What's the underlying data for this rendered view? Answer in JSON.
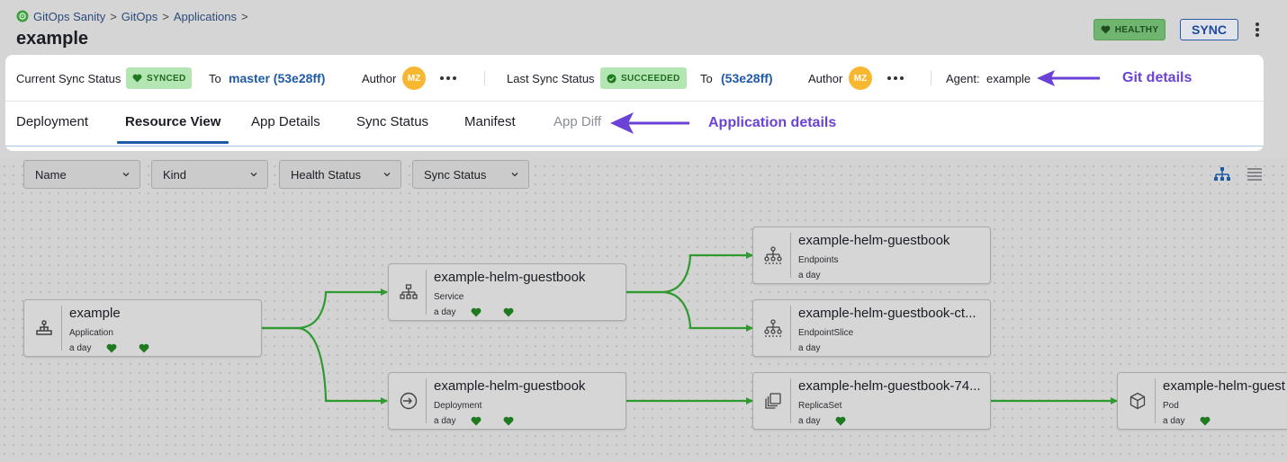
{
  "breadcrumb": {
    "items": [
      "GitOps Sanity",
      "GitOps",
      "Applications"
    ],
    "separator": ">"
  },
  "page": {
    "title": "example"
  },
  "header": {
    "health_badge": "HEALTHY",
    "sync_button": "SYNC"
  },
  "git_details": {
    "current_sync_label": "Current Sync Status",
    "current_sync_status": "SYNCED",
    "current_to_label": "To",
    "current_commit": "master (53e28ff)",
    "current_author_label": "Author",
    "current_author_initials": "MZ",
    "last_sync_label": "Last Sync Status",
    "last_sync_status": "SUCCEEDED",
    "last_to_label": "To",
    "last_commit": "(53e28ff)",
    "last_author_label": "Author",
    "last_author_initials": "MZ",
    "agent_label": "Agent:",
    "agent_value": "example"
  },
  "tabs": [
    "Deployment",
    "Resource View",
    "App Details",
    "Sync Status",
    "Manifest",
    "App Diff"
  ],
  "active_tab": "Resource View",
  "annotations": {
    "git_details": "Git details",
    "application_details": "Application details"
  },
  "filters": [
    "Name",
    "Kind",
    "Health Status",
    "Sync Status"
  ],
  "nodes": [
    {
      "title": "example",
      "kind": "Application",
      "age": "a day",
      "health": true,
      "sync": true,
      "icon": "application-icon"
    },
    {
      "title": "example-helm-guestbook",
      "kind": "Service",
      "age": "a day",
      "health": true,
      "sync": true,
      "icon": "service-icon"
    },
    {
      "title": "example-helm-guestbook",
      "kind": "Deployment",
      "age": "a day",
      "health": true,
      "sync": true,
      "icon": "deployment-icon"
    },
    {
      "title": "example-helm-guestbook",
      "kind": "Endpoints",
      "age": "a day",
      "health": false,
      "sync": false,
      "icon": "endpoints-icon"
    },
    {
      "title": "example-helm-guestbook-ct...",
      "kind": "EndpointSlice",
      "age": "a day",
      "health": false,
      "sync": false,
      "icon": "endpointslice-icon"
    },
    {
      "title": "example-helm-guestbook-74...",
      "kind": "ReplicaSet",
      "age": "a day",
      "health": true,
      "sync": false,
      "icon": "replicaset-icon"
    },
    {
      "title": "example-helm-guest",
      "kind": "Pod",
      "age": "a day",
      "health": true,
      "sync": false,
      "icon": "pod-icon"
    }
  ],
  "colors": {
    "accent": "#1f5aa8",
    "healthy": "#1e8a1e",
    "edge": "#2f9a2f",
    "annotation": "#6a43d6",
    "avatar": "#f7b731",
    "success_pill": "#b4e6b4"
  }
}
